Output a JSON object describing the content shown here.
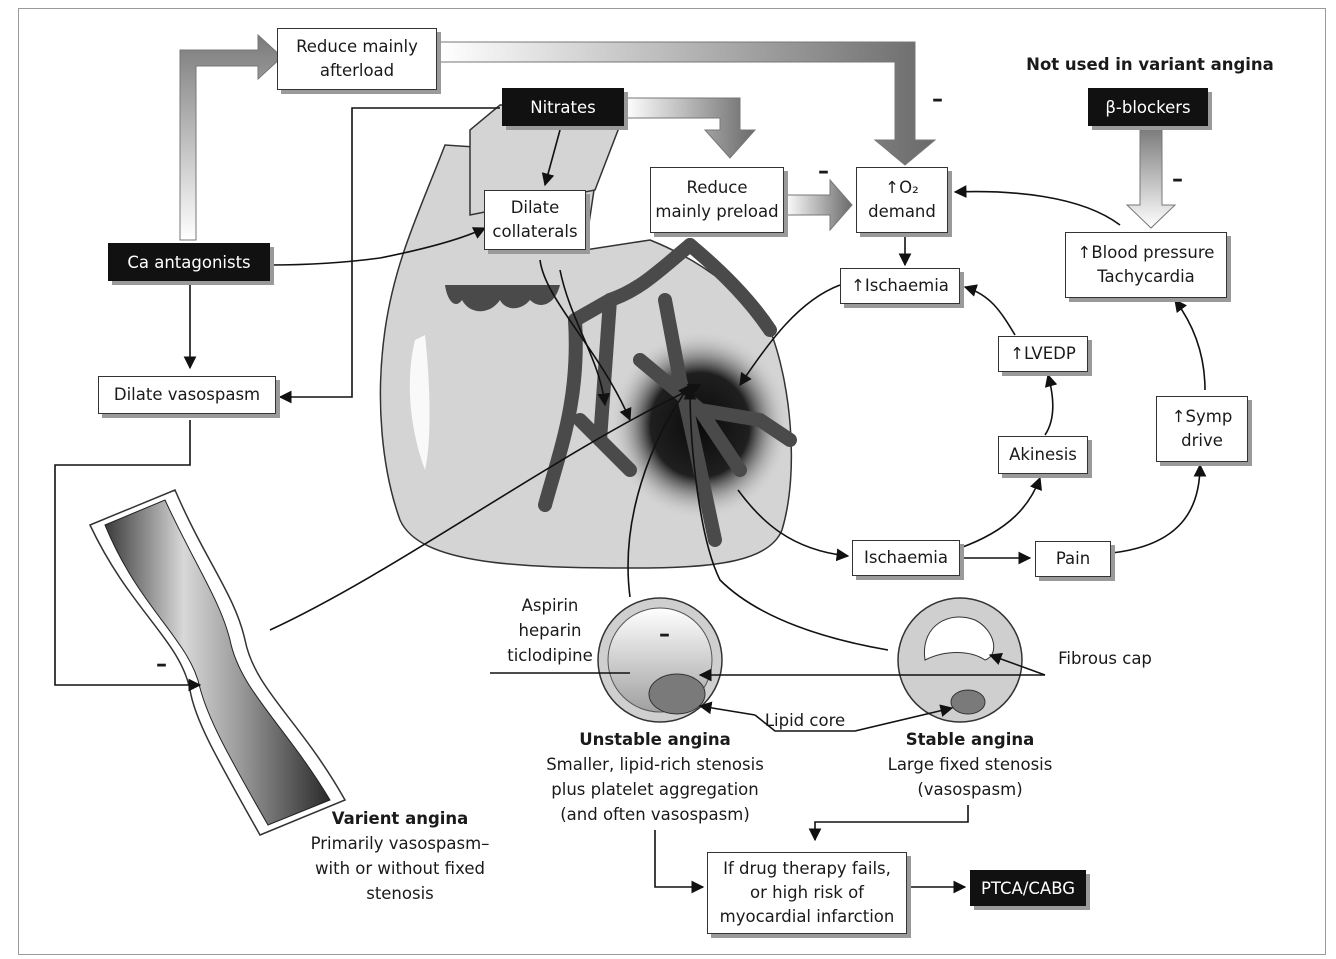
{
  "header_note": "Not used in variant angina",
  "drugs": {
    "nitrates": "Nitrates",
    "beta_blockers": "β-blockers",
    "ca_antagonists": "Ca antagonists",
    "ptca": "PTCA/CABG"
  },
  "effects": {
    "reduce_afterload": [
      "Reduce mainly",
      "afterload"
    ],
    "reduce_preload": [
      "Reduce",
      "mainly preload"
    ],
    "dilate_collaterals": [
      "Dilate",
      "collaterals"
    ],
    "dilate_vasospasm": "Dilate vasospasm",
    "o2_demand": [
      "↑O₂",
      "demand"
    ],
    "blood_pressure": [
      "↑Blood pressure",
      "Tachycardia"
    ],
    "ischaemia_up": "↑Ischaemia",
    "lvedp": "↑LVEDP",
    "akinesis": "Akinesis",
    "symp_drive": [
      "↑Symp",
      "drive"
    ],
    "ischaemia": "Ischaemia",
    "pain": "Pain",
    "drug_fails": [
      "If drug therapy fails,",
      "or high risk of",
      "myocardial infarction"
    ]
  },
  "minus_sign": "–",
  "labels": {
    "aspirin": [
      "Aspirin",
      "heparin",
      "ticlodipine"
    ],
    "fibrous_cap": "Fibrous cap",
    "lipid_core": "Lipid core"
  },
  "captions": {
    "unstable_title": "Unstable angina",
    "unstable_desc": [
      "Smaller, lipid-rich stenosis",
      "plus platelet aggregation",
      "(and often vasospasm)"
    ],
    "stable_title": "Stable angina",
    "stable_desc": [
      "Large fixed stenosis",
      "(vasospasm)"
    ],
    "variant_title": "Varient angina",
    "variant_desc": [
      "Primarily vasospasm–",
      "with or without fixed",
      "stenosis"
    ]
  },
  "colors": {
    "heart_fill": "#d4d4d4",
    "vessel": "#4a4a4a",
    "ischaemic_zone": "#1a1a1a",
    "box_bg": "#ffffff",
    "dark_box": "#111111"
  }
}
